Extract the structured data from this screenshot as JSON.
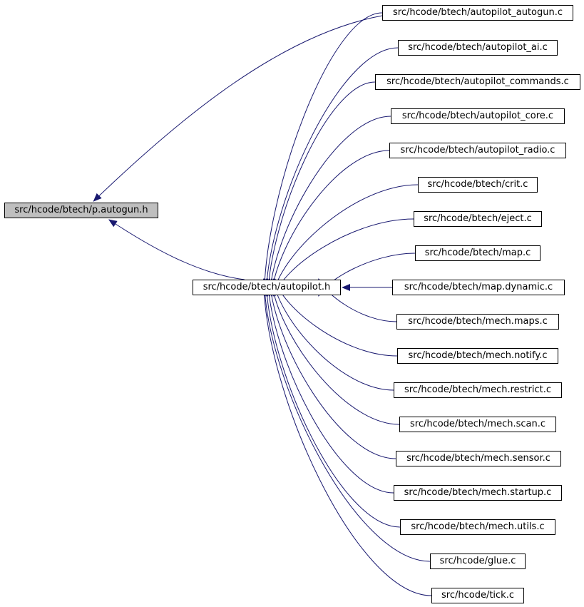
{
  "colors": {
    "edge": "#191970",
    "node_border": "#000000",
    "current_fill": "#bfbfbf"
  },
  "nodes": {
    "pautogun": {
      "label": "src/hcode/btech/p.autogun.h"
    },
    "autopilot_h": {
      "label": "src/hcode/btech/autopilot.h"
    },
    "autopilot_autogun": {
      "label": "src/hcode/btech/autopilot_autogun.c"
    },
    "autopilot_ai": {
      "label": "src/hcode/btech/autopilot_ai.c"
    },
    "autopilot_commands": {
      "label": "src/hcode/btech/autopilot_commands.c"
    },
    "autopilot_core": {
      "label": "src/hcode/btech/autopilot_core.c"
    },
    "autopilot_radio": {
      "label": "src/hcode/btech/autopilot_radio.c"
    },
    "crit": {
      "label": "src/hcode/btech/crit.c"
    },
    "eject": {
      "label": "src/hcode/btech/eject.c"
    },
    "map": {
      "label": "src/hcode/btech/map.c"
    },
    "map_dynamic": {
      "label": "src/hcode/btech/map.dynamic.c"
    },
    "mech_maps": {
      "label": "src/hcode/btech/mech.maps.c"
    },
    "mech_notify": {
      "label": "src/hcode/btech/mech.notify.c"
    },
    "mech_restrict": {
      "label": "src/hcode/btech/mech.restrict.c"
    },
    "mech_scan": {
      "label": "src/hcode/btech/mech.scan.c"
    },
    "mech_sensor": {
      "label": "src/hcode/btech/mech.sensor.c"
    },
    "mech_startup": {
      "label": "src/hcode/btech/mech.startup.c"
    },
    "mech_utils": {
      "label": "src/hcode/btech/mech.utils.c"
    },
    "glue": {
      "label": "src/hcode/glue.c"
    },
    "tick": {
      "label": "src/hcode/tick.c"
    }
  },
  "edges": [
    {
      "from": "autopilot_h",
      "to": "pautogun"
    },
    {
      "from": "autopilot_autogun",
      "to": "pautogun"
    },
    {
      "from": "autopilot_autogun",
      "to": "autopilot_h"
    },
    {
      "from": "autopilot_ai",
      "to": "autopilot_h"
    },
    {
      "from": "autopilot_commands",
      "to": "autopilot_h"
    },
    {
      "from": "autopilot_core",
      "to": "autopilot_h"
    },
    {
      "from": "autopilot_radio",
      "to": "autopilot_h"
    },
    {
      "from": "crit",
      "to": "autopilot_h"
    },
    {
      "from": "eject",
      "to": "autopilot_h"
    },
    {
      "from": "map",
      "to": "autopilot_h"
    },
    {
      "from": "map_dynamic",
      "to": "autopilot_h"
    },
    {
      "from": "mech_maps",
      "to": "autopilot_h"
    },
    {
      "from": "mech_notify",
      "to": "autopilot_h"
    },
    {
      "from": "mech_restrict",
      "to": "autopilot_h"
    },
    {
      "from": "mech_scan",
      "to": "autopilot_h"
    },
    {
      "from": "mech_sensor",
      "to": "autopilot_h"
    },
    {
      "from": "mech_startup",
      "to": "autopilot_h"
    },
    {
      "from": "mech_utils",
      "to": "autopilot_h"
    },
    {
      "from": "glue",
      "to": "autopilot_h"
    },
    {
      "from": "tick",
      "to": "autopilot_h"
    }
  ]
}
